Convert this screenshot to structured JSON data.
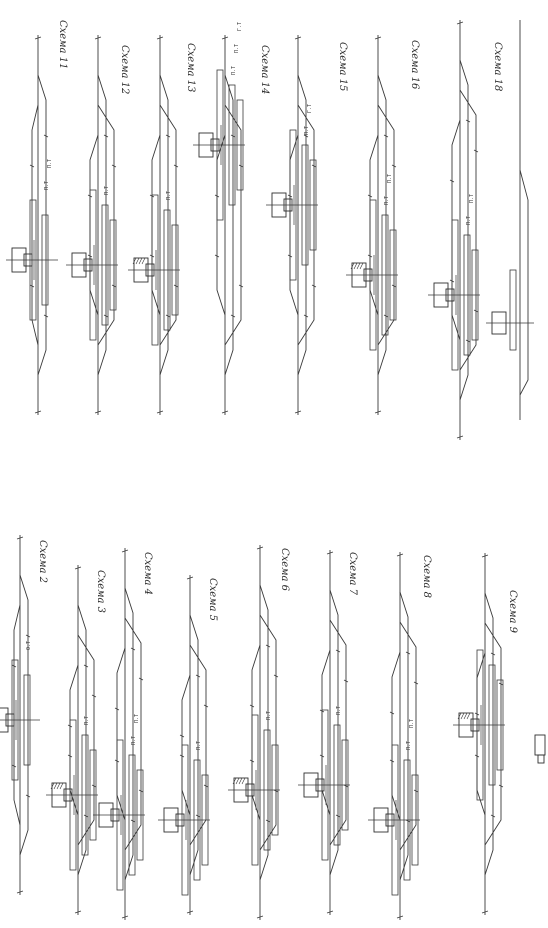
{
  "page": {
    "background": "#ffffff",
    "ink": "#3a3a3a"
  },
  "schemes": [
    {
      "id": "s2",
      "label": "Схема 2",
      "tags": [
        "О.Т"
      ]
    },
    {
      "id": "s3",
      "label": "Схема 3",
      "tags": [
        "П.Т"
      ]
    },
    {
      "id": "s4",
      "label": "Схема 4",
      "tags": [
        "П.Т",
        "П.Т"
      ]
    },
    {
      "id": "s5",
      "label": "Схема 5",
      "tags": [
        "П.Т"
      ]
    },
    {
      "id": "s6",
      "label": "Схема 6",
      "tags": [
        "П.Т"
      ]
    },
    {
      "id": "s7",
      "label": "Схема 7",
      "tags": [
        "П.Т"
      ]
    },
    {
      "id": "s8",
      "label": "Схема 8",
      "tags": [
        "П.Т",
        "П.Т"
      ]
    },
    {
      "id": "s9",
      "label": "Схема 9",
      "tags": []
    },
    {
      "id": "s11",
      "label": "Схема 11",
      "tags": [
        "П.Т",
        "П.Т"
      ]
    },
    {
      "id": "s12",
      "label": "Схема 12",
      "tags": [
        "П.Т"
      ]
    },
    {
      "id": "s13",
      "label": "Схема 13",
      "tags": [
        "П.Т"
      ]
    },
    {
      "id": "s14",
      "label": "Схема 14",
      "tags": [
        "П.Т",
        "П.Т",
        "Г.Т"
      ]
    },
    {
      "id": "s15",
      "label": "Схема 15",
      "tags": [
        "П.Т",
        "Г.Т"
      ]
    },
    {
      "id": "s16",
      "label": "Схема 16",
      "tags": [
        "П.Т",
        "П.Т"
      ]
    },
    {
      "id": "s18",
      "label": "Схема 18",
      "tags": [
        "П.Т",
        "П.Т"
      ]
    }
  ]
}
